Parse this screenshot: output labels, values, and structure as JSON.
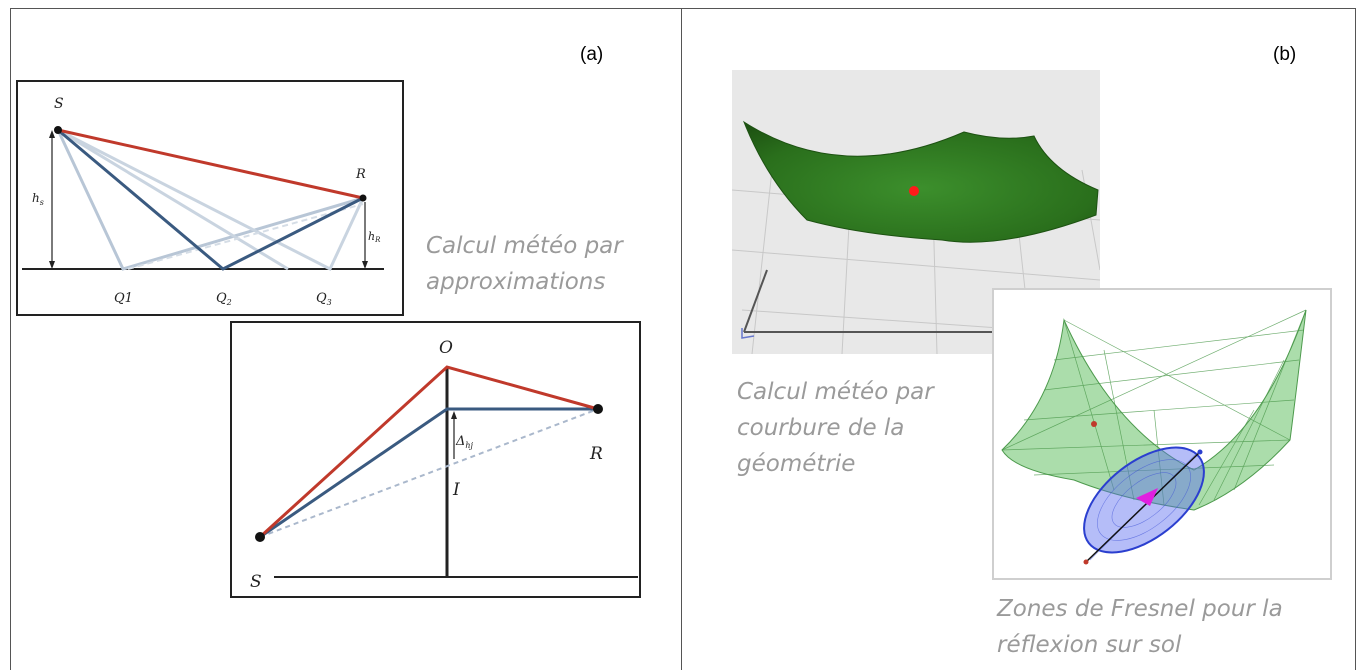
{
  "panels": {
    "a": {
      "label": "(a)",
      "caption": [
        "Calcul météo par",
        "approximations"
      ],
      "top_diagram": {
        "S": "S",
        "R": "R",
        "hs": "h",
        "hs_sub": "s",
        "hr": "h",
        "hr_sub": "R",
        "Q1": "Q1",
        "Q2": "Q",
        "Q2_sub": "2",
        "Q3": "Q",
        "Q3_sub": "3"
      },
      "bottom_diagram": {
        "O": "O",
        "R": "R",
        "I": "I",
        "S": "S",
        "delta": "Δ",
        "delta_sub": "hj"
      }
    },
    "b": {
      "label": "(b)",
      "caption_top": [
        "Calcul météo par",
        "courbure de la",
        "géométrie"
      ],
      "caption_bottom": [
        "Zones de Fresnel pour la",
        "réflexion sur sol"
      ]
    }
  },
  "colors": {
    "red_path": "#c0392b",
    "blue_path": "#3a5a80",
    "faded_path": "#b8c6d6",
    "surface_green": "#2e7d1f",
    "mesh_green": "#8fd28f",
    "ellipse_blue": "#3b4fd6"
  }
}
